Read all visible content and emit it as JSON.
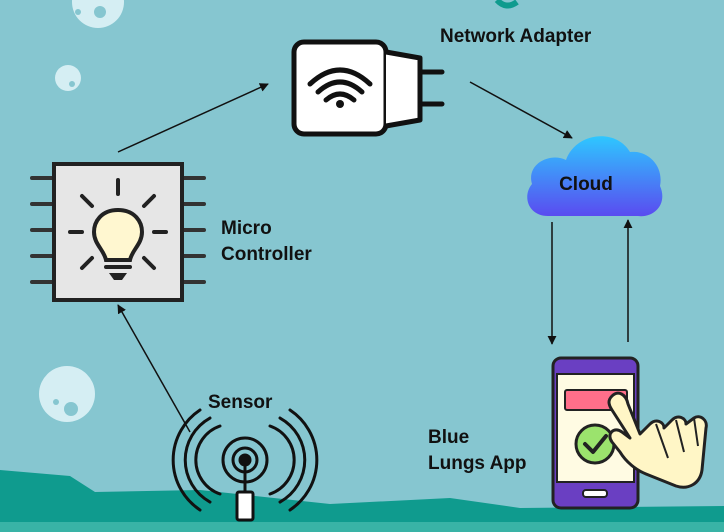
{
  "diagram": {
    "nodes": {
      "network_adapter": {
        "label": "Network Adapter",
        "icon": "wifi-plug-icon"
      },
      "cloud": {
        "label": "Cloud",
        "icon": "cloud-icon"
      },
      "micro_controller": {
        "label_line1": "Micro",
        "label_line2": "Controller",
        "icon": "chip-bulb-icon"
      },
      "sensor": {
        "label": "Sensor",
        "icon": "antenna-signal-icon"
      },
      "app": {
        "label_line1": "Blue",
        "label_line2": "Lungs App",
        "icon": "smartphone-tap-icon"
      }
    },
    "edges": [
      {
        "from": "sensor",
        "to": "micro_controller"
      },
      {
        "from": "micro_controller",
        "to": "network_adapter"
      },
      {
        "from": "network_adapter",
        "to": "cloud"
      },
      {
        "from": "cloud",
        "to": "app"
      },
      {
        "from": "app",
        "to": "cloud"
      }
    ]
  },
  "colors": {
    "background": "#86c6d0",
    "ground": "#0f9b8e",
    "bubble": "#d5eef3",
    "cloud_top": "#2ec7ff",
    "cloud_bottom": "#5a4bf0",
    "phone": "#6a3fc2",
    "phone_screen": "#fffbe3",
    "accent_pink": "#ff6f8a",
    "check": "#9be36d",
    "bulb": "#fff7d0",
    "chip": "#e6e6e6"
  }
}
